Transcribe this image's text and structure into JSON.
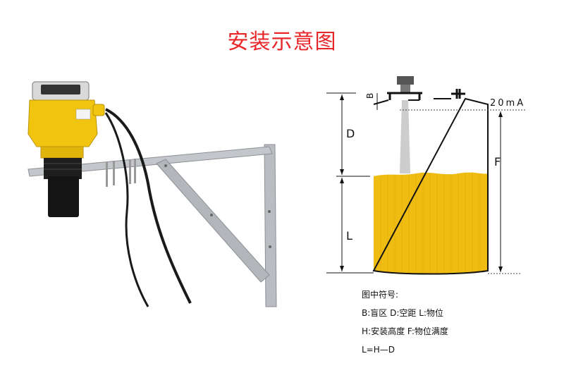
{
  "title": "安装示意图",
  "colors": {
    "title": "#e8262a",
    "liquid": "#efbd12",
    "sensor_body": "#f1c40f",
    "bracket": "#b9bcc0",
    "line": "#111111"
  },
  "diagram": {
    "label_B": "B",
    "label_D": "D",
    "label_L": "L",
    "label_F": "F",
    "label_20ma": "20mA"
  },
  "legend": {
    "heading": "图中符号:",
    "row1": "B:盲区  D:空距  L:物位",
    "row2": "H:安装高度  F:物位满度",
    "row3": "L=H—D"
  }
}
